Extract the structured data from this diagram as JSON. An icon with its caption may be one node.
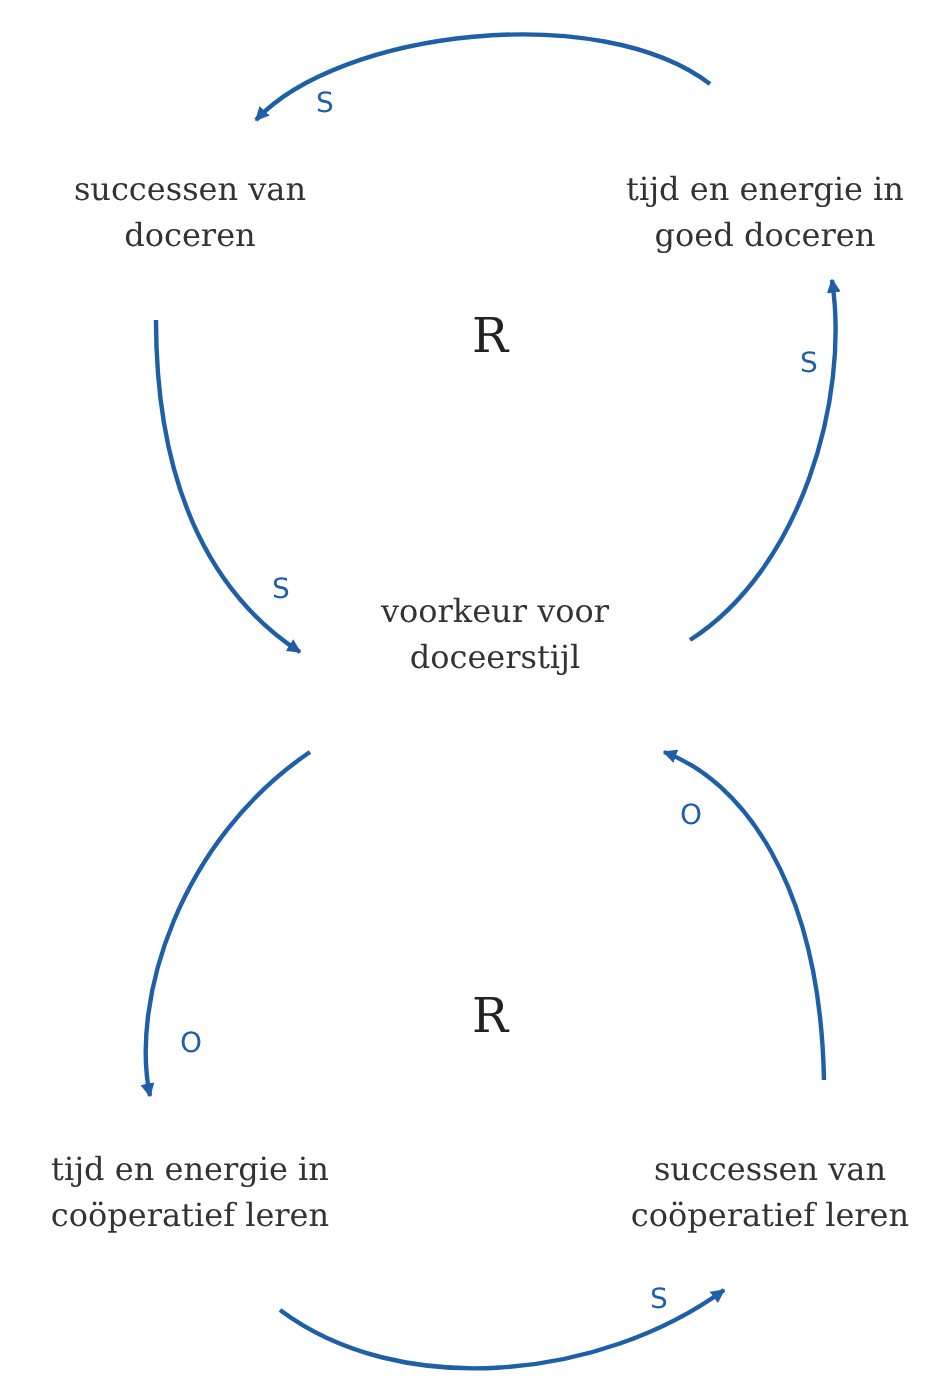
{
  "diagram": {
    "nodes": [
      {
        "text": [
          "successen van doceren"
        ]
      },
      {
        "text": [
          "tijd en energie in goed doceren"
        ]
      },
      {
        "text": [
          "voorkeur voor doceerstijl"
        ]
      },
      {
        "text": [
          "tijd en energie in coöperatief leren"
        ]
      },
      {
        "text": [
          "successen van coöperatief leren"
        ]
      }
    ],
    "edges": [
      {
        "from": 1,
        "to": 0,
        "arrow": "to",
        "label": "S"
      },
      {
        "from": 0,
        "to": 2,
        "arrow": "to",
        "label": "S"
      },
      {
        "from": 2,
        "to": 1,
        "arrow": "to",
        "label": "S"
      },
      {
        "from": 2,
        "to": 3,
        "arrow": "to",
        "label": "O"
      },
      {
        "from": 3,
        "to": 4,
        "arrow": "to",
        "label": "S"
      },
      {
        "from": 4,
        "to": 2,
        "arrow": "to",
        "label": "O"
      }
    ],
    "labels": [
      "R",
      "R"
    ]
  }
}
